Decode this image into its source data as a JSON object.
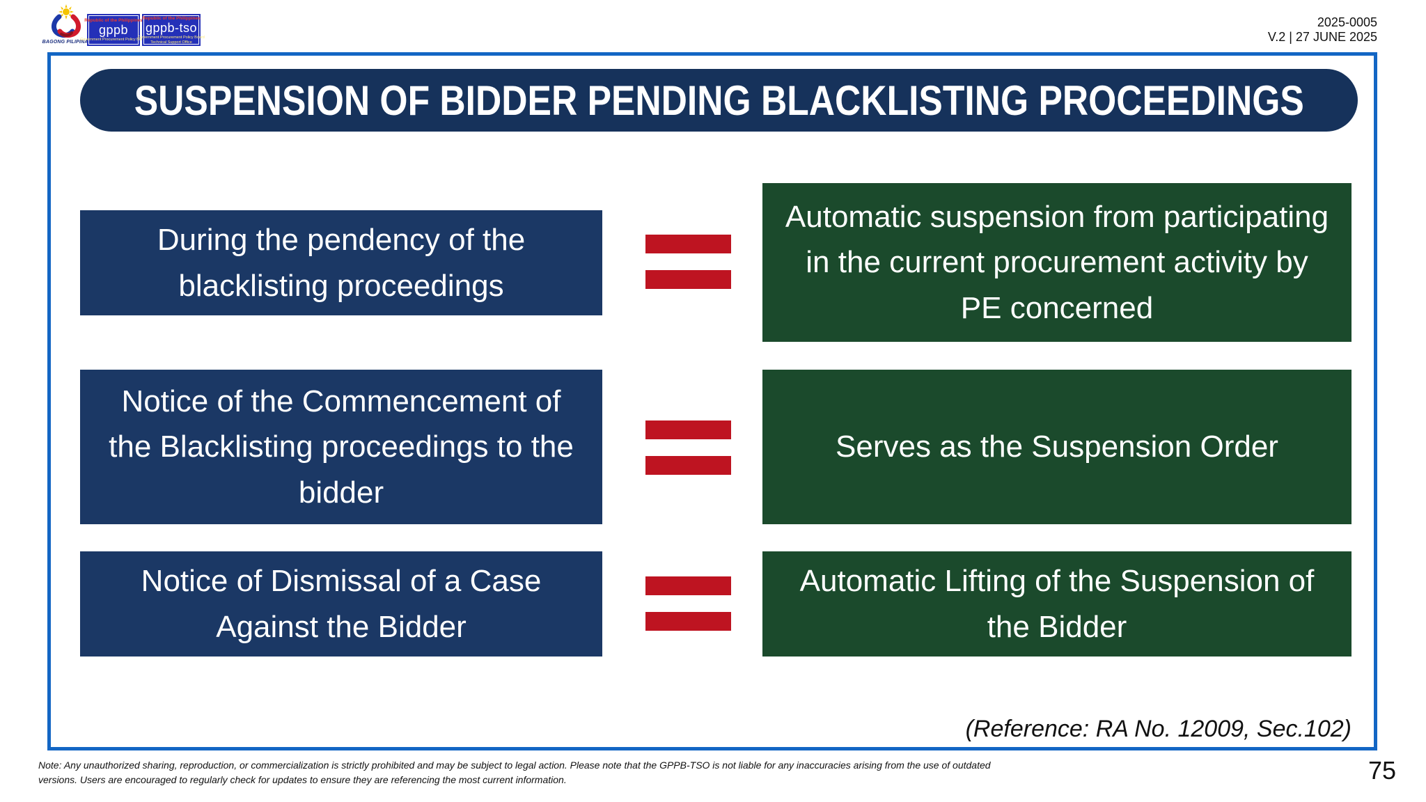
{
  "header": {
    "doc_number": "2025-0005",
    "version_line": "V.2 | 27 JUNE 2025",
    "logos": {
      "bagong_caption": "BAGONG PILIPINAS",
      "gppb": {
        "top": "Republic of the Philippines",
        "name": "gppb",
        "bottom": "Government Procurement Policy Board"
      },
      "gppb_tso": {
        "top": "Republic of the Philippines",
        "name": "gppb-tso",
        "bottom1": "Government Procurement Policy Board",
        "bottom2": "Technical Support Office"
      }
    }
  },
  "title": "SUSPENSION OF BIDDER PENDING BLACKLISTING PROCEEDINGS",
  "rows": [
    {
      "left": "During the pendency of the blacklisting proceedings",
      "right": "Automatic suspension from participating in the current procurement activity by PE concerned"
    },
    {
      "left": "Notice of the Commencement of the Blacklisting proceedings to the bidder",
      "right": "Serves as the Suspension Order"
    },
    {
      "left": "Notice of Dismissal of a Case Against the Bidder",
      "right": "Automatic Lifting of the Suspension of the Bidder"
    }
  ],
  "reference": "(Reference: RA No. 12009, Sec.102)",
  "footer": {
    "note": "Note: Any unauthorized sharing, reproduction, or commercialization is strictly prohibited and may be subject to legal action. Please note that the GPPB-TSO is not liable for any inaccuracies arising from the use of outdated versions. Users are encouraged to regularly check for updates to ensure they are referencing the most current information.",
    "page_number": "75"
  },
  "colors": {
    "navy": "#16325B",
    "box-navy": "#1B3865",
    "green": "#1B4A2C",
    "red": "#BE1421",
    "border-blue": "#1366C4"
  }
}
